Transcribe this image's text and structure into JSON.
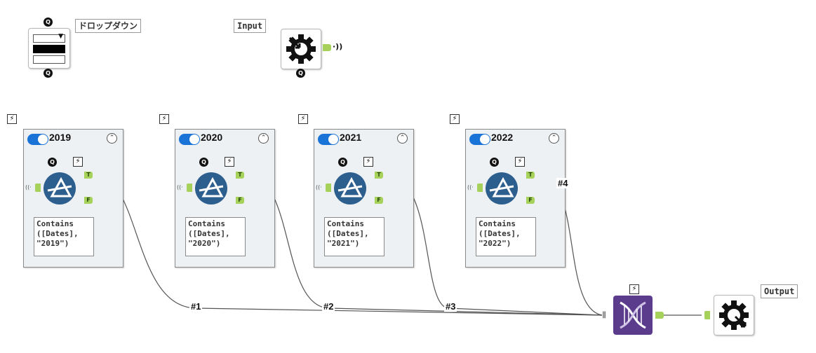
{
  "dropdown": {
    "label": "ドロップダウン",
    "q_top": "Q",
    "q_bottom": "Q"
  },
  "input": {
    "label": "Input",
    "q": "Q"
  },
  "output": {
    "label": "Output"
  },
  "containers": [
    {
      "year": "2019",
      "expr": "Contains\n([Dates],\n\"2019\")",
      "t": "T",
      "f": "F",
      "q": "Q"
    },
    {
      "year": "2020",
      "expr": "Contains\n([Dates],\n\"2020\")",
      "t": "T",
      "f": "F",
      "q": "Q"
    },
    {
      "year": "2021",
      "expr": "Contains\n([Dates],\n\"2021\")",
      "t": "T",
      "f": "F",
      "q": "Q"
    },
    {
      "year": "2022",
      "expr": "Contains\n([Dates],\n\"2022\")",
      "t": "T",
      "f": "F",
      "q": "Q"
    }
  ],
  "connections": [
    "#1",
    "#2",
    "#3",
    "#4"
  ],
  "bolt_glyph": "⚡",
  "colors": {
    "toggle": "#1a73d6",
    "filter": "#2d5f8e",
    "anchor": "#a6d15a",
    "union": "#5b3b8c"
  }
}
